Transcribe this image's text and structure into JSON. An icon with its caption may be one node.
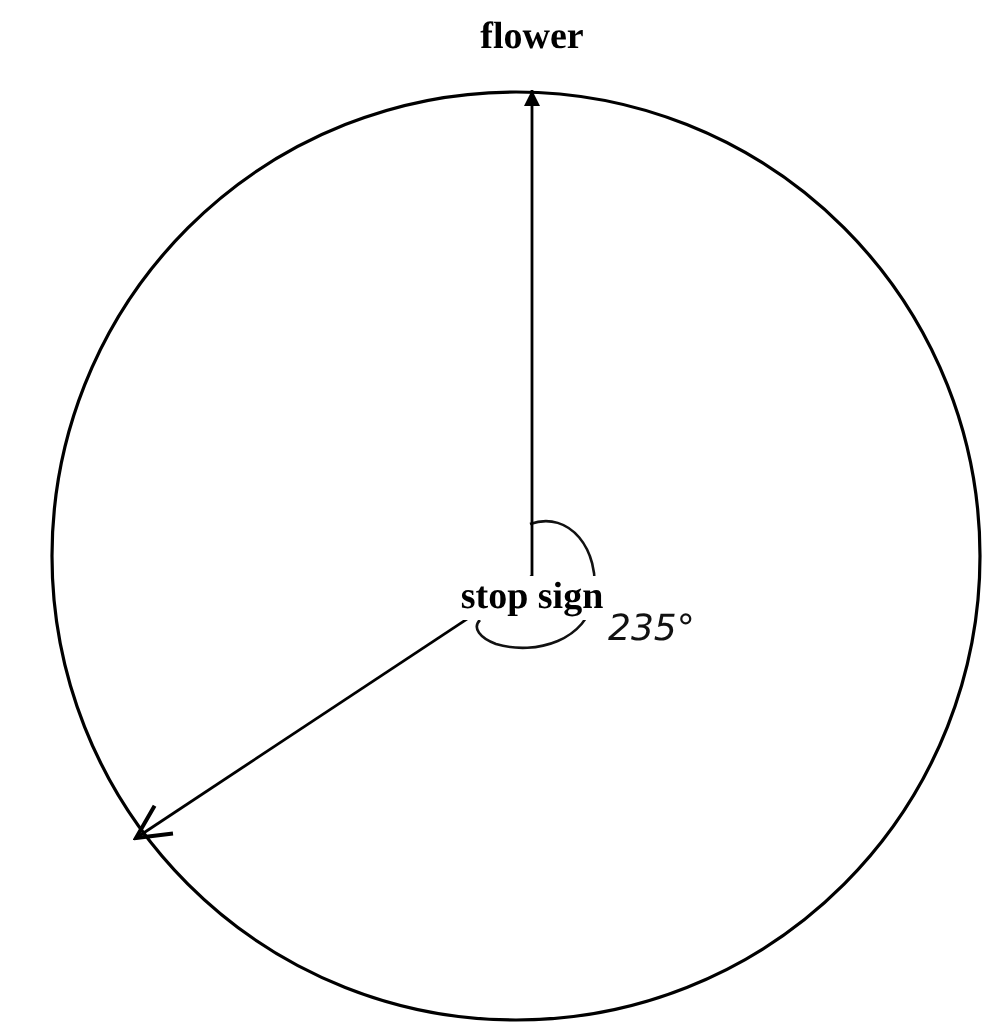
{
  "diagram": {
    "nodes": [
      {
        "text": [
          "flower"
        ]
      },
      {
        "text": [],
        "shape": "circle"
      },
      {
        "text": [
          "stop sign"
        ],
        "in": 1
      }
    ],
    "edges": [
      {
        "from": 2,
        "to": 0,
        "arrow": "to"
      },
      {
        "from": 2,
        "to": null,
        "arrow": "to"
      }
    ],
    "labels": [
      "235°"
    ]
  }
}
